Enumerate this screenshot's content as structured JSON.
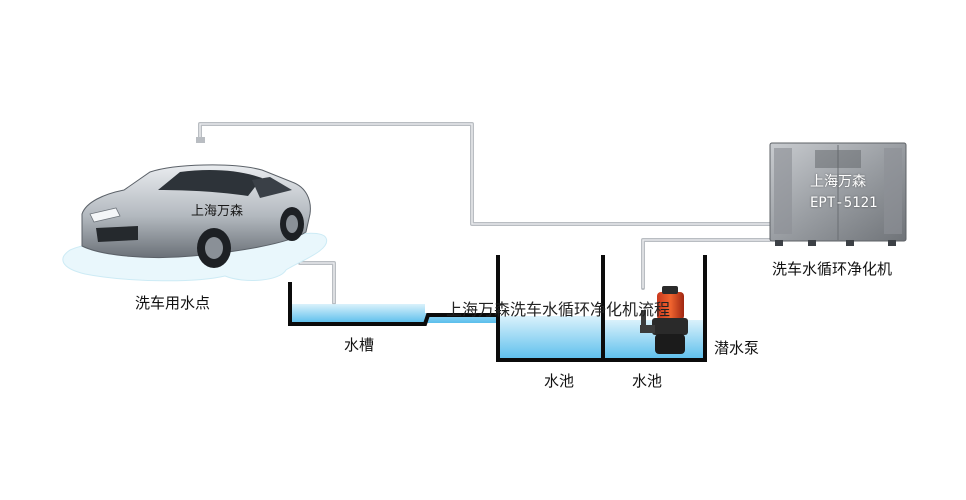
{
  "diagram": {
    "title": "上海万森洗车水循环净化机流程",
    "machine": {
      "brand": "上海万森",
      "model": "EPT-5121",
      "caption": "洗车水循环净化机"
    },
    "car": {
      "brand": "上海万森",
      "caption": "洗车用水点"
    },
    "labels": {
      "trough": "水槽",
      "pool1": "水池",
      "pool2": "水池",
      "pump": "潜水泵"
    }
  }
}
